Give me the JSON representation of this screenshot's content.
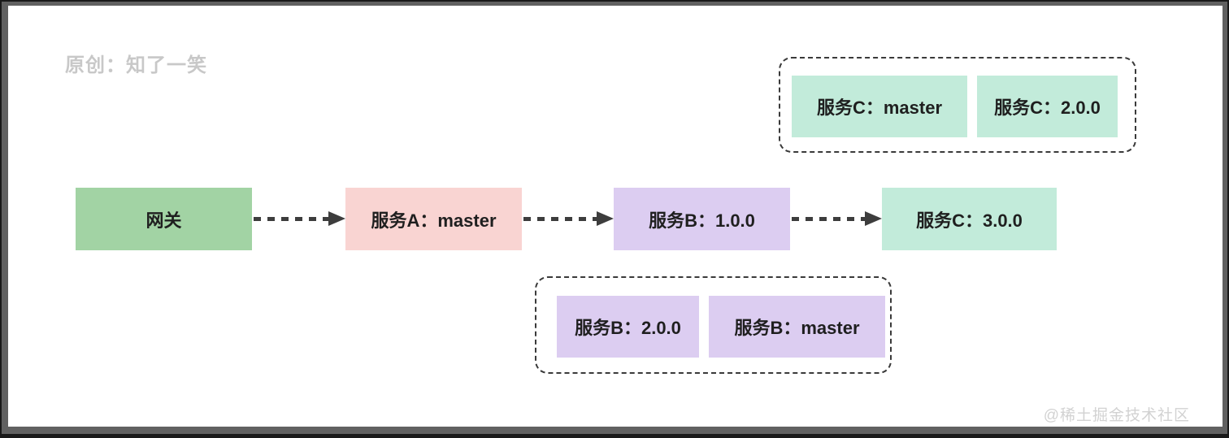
{
  "watermarks": {
    "top_left": "原创：知了一笑",
    "bottom_right": "@稀土掘金技术社区"
  },
  "colors": {
    "gateway_green": "#a2d3a4",
    "service_a_pink": "#f9d4d2",
    "service_b_purple": "#dccdf1",
    "service_c_teal": "#c2ebda",
    "arrow": "#3d3d3d",
    "group_border": "#3a3a3a",
    "label_text": "#1f1f1f",
    "watermark_gray": "#c8c8c8"
  },
  "chain": {
    "nodes": [
      {
        "label": "网关",
        "color": "#a2d3a4"
      },
      {
        "label": "服务A：master",
        "color": "#f9d4d2"
      },
      {
        "label": "服务B：1.0.0",
        "color": "#dccdf1"
      },
      {
        "label": "服务C：3.0.0",
        "color": "#c2ebda"
      }
    ]
  },
  "service_c_group": {
    "items": [
      {
        "label": "服务C：master",
        "color": "#c2ebda"
      },
      {
        "label": "服务C：2.0.0",
        "color": "#c2ebda"
      }
    ]
  },
  "service_b_group": {
    "items": [
      {
        "label": "服务B：2.0.0",
        "color": "#dccdf1"
      },
      {
        "label": "服务B：master",
        "color": "#dccdf1"
      }
    ]
  }
}
